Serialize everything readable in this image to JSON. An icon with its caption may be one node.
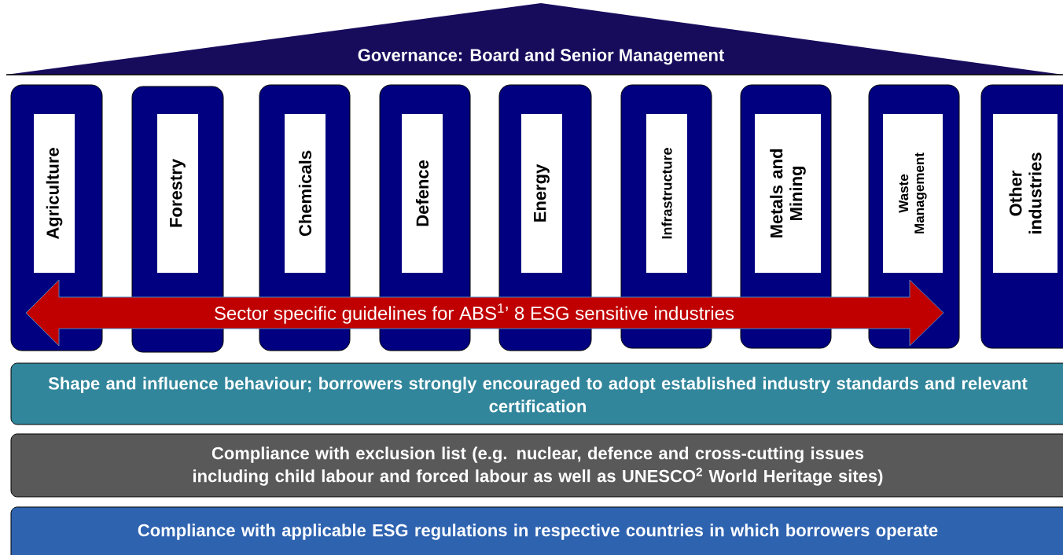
{
  "diagram": {
    "nodes": [
      {
        "text": [
          "Governance: Board and Senior Management"
        ]
      },
      {
        "text": [
          "Agriculture"
        ]
      },
      {
        "text": [
          "Forestry"
        ]
      },
      {
        "text": [
          "Chemicals"
        ]
      },
      {
        "text": [
          "Defence"
        ]
      },
      {
        "text": [
          "Energy"
        ]
      },
      {
        "text": [
          "Infrastructure"
        ]
      },
      {
        "text": [
          "Metals and Mining"
        ]
      },
      {
        "text": [
          "Waste Management"
        ]
      },
      {
        "text": [
          "Other industries"
        ]
      },
      {
        "text": [
          "Sector specific guidelines for ABS$^{1}$’ 8 ESG sensitive industries"
        ]
      },
      {
        "text": [
          "Shape and influence behaviour; borrowers strongly encouraged to adopt established industry standards and relevant certification"
        ]
      },
      {
        "text": [
          "Compliance with exclusion list (e.g. nuclear, defence and cross-cutting issues including child labour and forced labour as well as UNESCO$^{2}$ World Heritage sites)"
        ]
      },
      {
        "text": [
          "Compliance with applicable ESG regulations in respective countries in which borrowers operate"
        ]
      }
    ]
  }
}
